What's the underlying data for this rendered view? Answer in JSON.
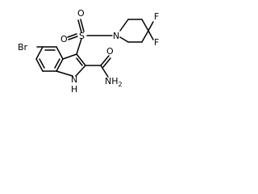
{
  "molecule": {
    "labels": {
      "br": "Br",
      "s": "S",
      "o_top": "O",
      "o_bottom": "O",
      "n_pip": "N",
      "f_top": "F",
      "f_bottom": "F",
      "nh": "N",
      "h": "H",
      "o_amide": "O",
      "nh2": "NH",
      "nh2_sub": "2"
    },
    "colors": {
      "bond": "#000000",
      "label": "#000000"
    }
  }
}
